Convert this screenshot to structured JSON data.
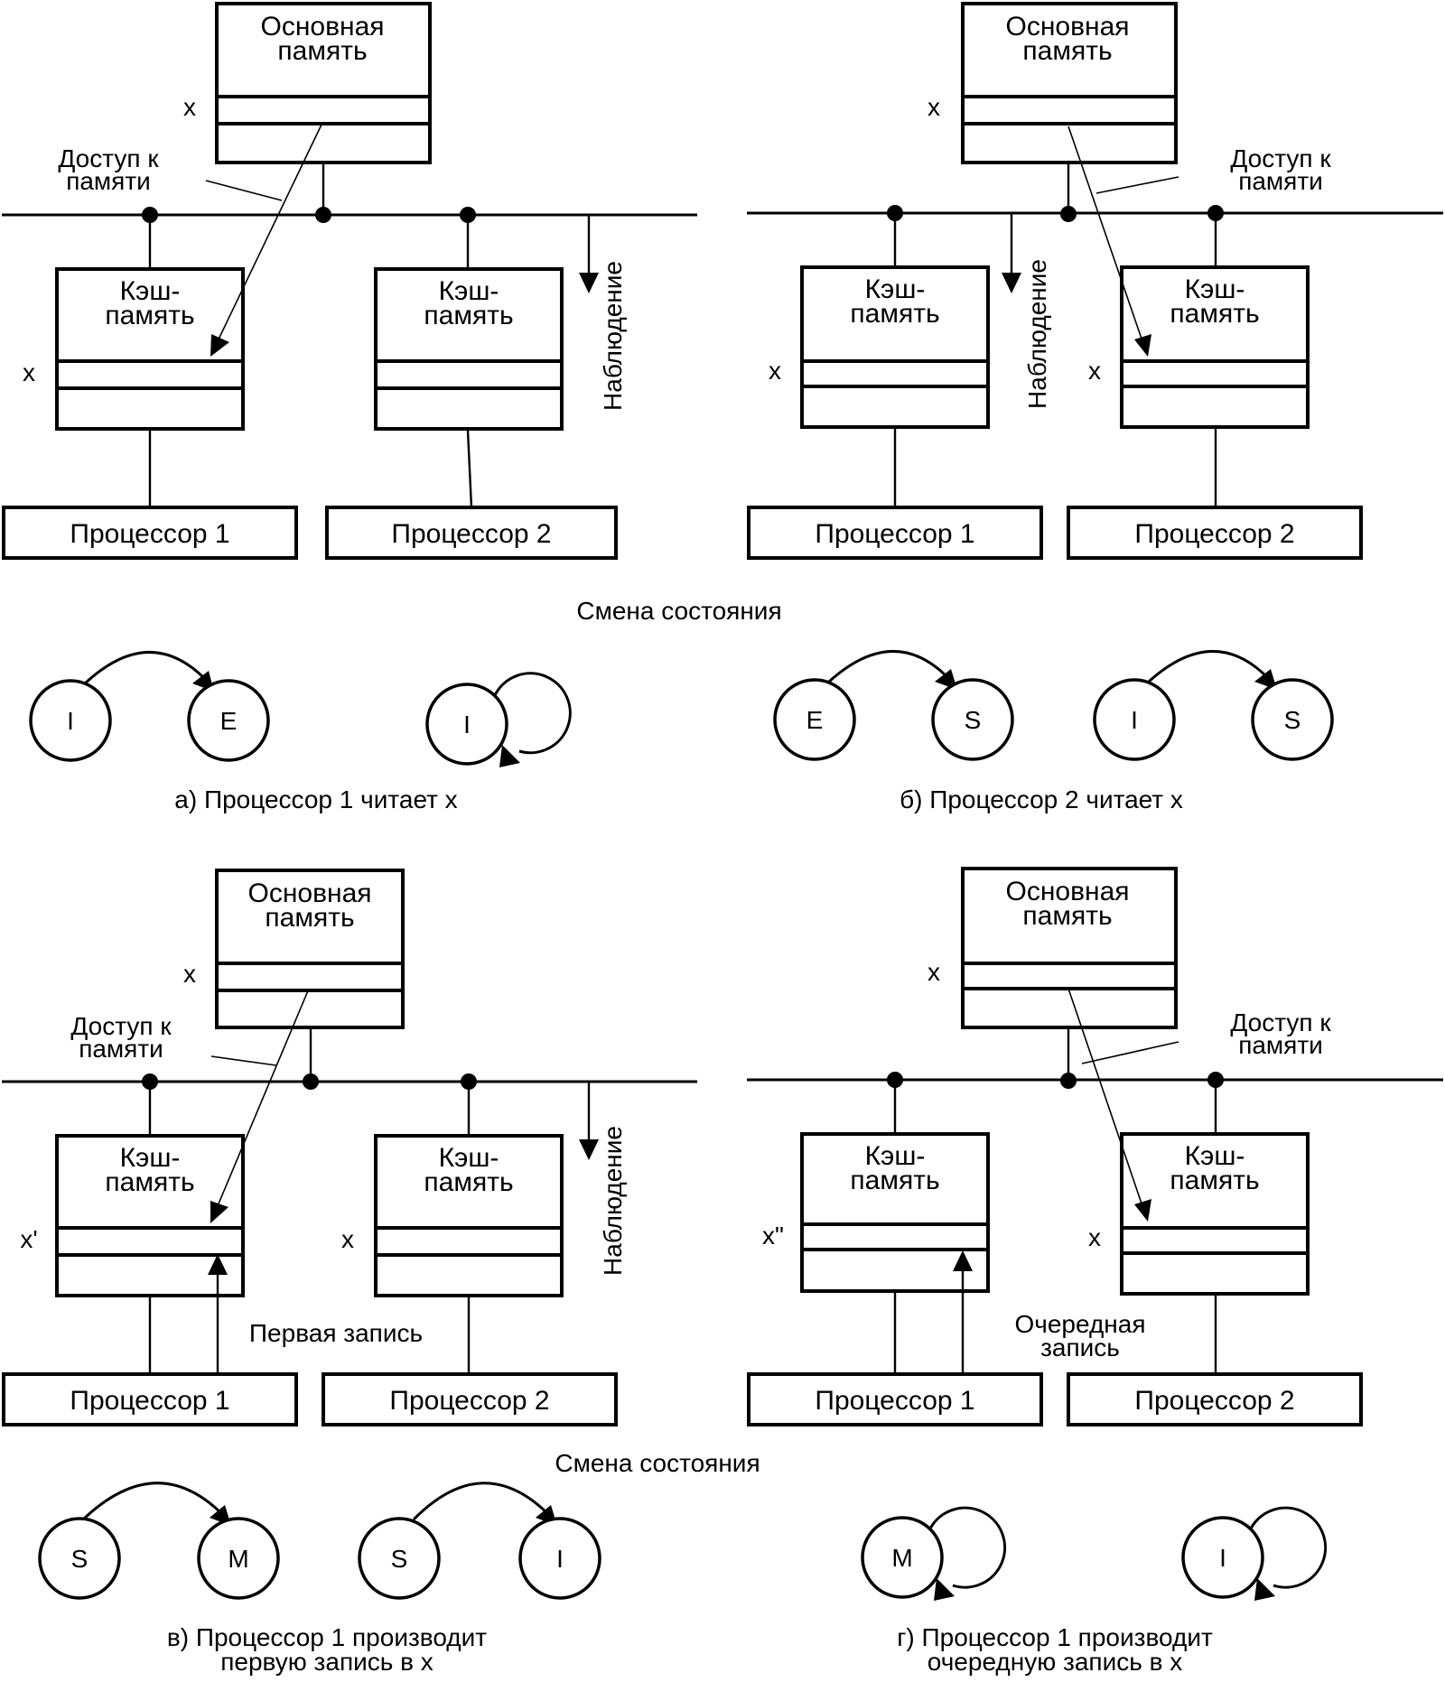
{
  "labels": {
    "main_memory": [
      "Основная",
      "память"
    ],
    "cache": [
      "Кэш-",
      "память"
    ],
    "processor_1": "Процессор 1",
    "processor_2": "Процессор 2",
    "memory_access": [
      "Доступ к",
      "памяти"
    ],
    "snooping": "Наблюдение",
    "state_change": "Смена состояния",
    "x": "x",
    "x_prime": "x'",
    "x_double_prime": "x\"",
    "first_write": "Первая запись",
    "next_write": [
      "Очередная",
      "запись"
    ]
  },
  "panels": {
    "a": {
      "caption": "а) Процессор 1 читает x",
      "p1_transition": {
        "from": "I",
        "to": "E"
      },
      "p2_transition": {
        "from": "I",
        "to": "I"
      }
    },
    "b": {
      "caption": "б) Процессор 2 читает x",
      "p1_transition": {
        "from": "E",
        "to": "S"
      },
      "p2_transition": {
        "from": "I",
        "to": "S"
      }
    },
    "c": {
      "caption": [
        "в) Процессор 1 производит",
        "первую запись в x"
      ],
      "p1_transition": {
        "from": "S",
        "to": "M"
      },
      "p2_transition": {
        "from": "S",
        "to": "I"
      }
    },
    "d": {
      "caption": [
        "г) Процессор 1 производит",
        "очередную запись в x"
      ],
      "p1_transition": {
        "from": "M",
        "to": "M"
      },
      "p2_transition": {
        "from": "I",
        "to": "I"
      }
    }
  }
}
